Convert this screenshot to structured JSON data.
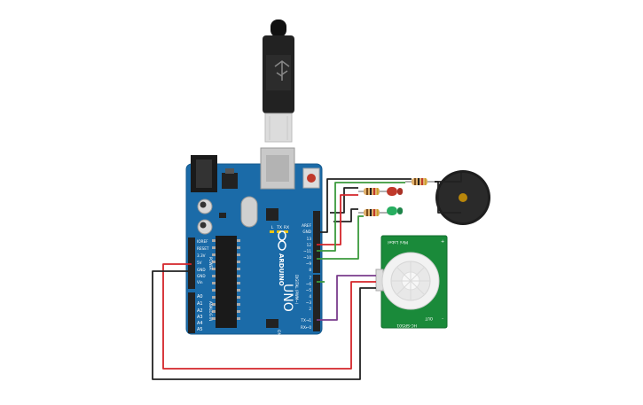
{
  "arduino": {
    "logo_text": "ARDUINO",
    "model": "UNO",
    "power_header": [
      "IOREF",
      "RESET",
      "3.3V",
      "5V",
      "GND",
      "GND",
      "Vin"
    ],
    "analog_header": [
      "A0",
      "A1",
      "A2",
      "A3",
      "A4",
      "A5"
    ],
    "analog_section_label": "ANALOG IN",
    "power_section_label": "POWER",
    "digital_header": [
      "AREF",
      "GND",
      "13",
      "12",
      "~11",
      "~10",
      "~9",
      "8",
      "7",
      "~6",
      "~5",
      "4",
      "~3",
      "2",
      "TX→1",
      "RX←0"
    ],
    "digital_section_label": "DIGITAL (PWM~)",
    "led_labels": [
      "L",
      "TX",
      "RX"
    ],
    "on_label": "ON"
  },
  "pir_sensor": {
    "top_label": "Mini Label",
    "pins": [
      "+",
      "OUT",
      "-"
    ],
    "bottom_label": "HC-SR501"
  },
  "components": {
    "red_led": "red LED",
    "green_led": "green LED",
    "buzzer": "piezo buzzer"
  },
  "colors": {
    "board": "#1b6ba8",
    "wire_red": "#d4252a",
    "wire_black": "#222222",
    "wire_green": "#3b9a3c",
    "wire_purple": "#7a3d8c",
    "pir_pcb": "#1a8a3a"
  }
}
